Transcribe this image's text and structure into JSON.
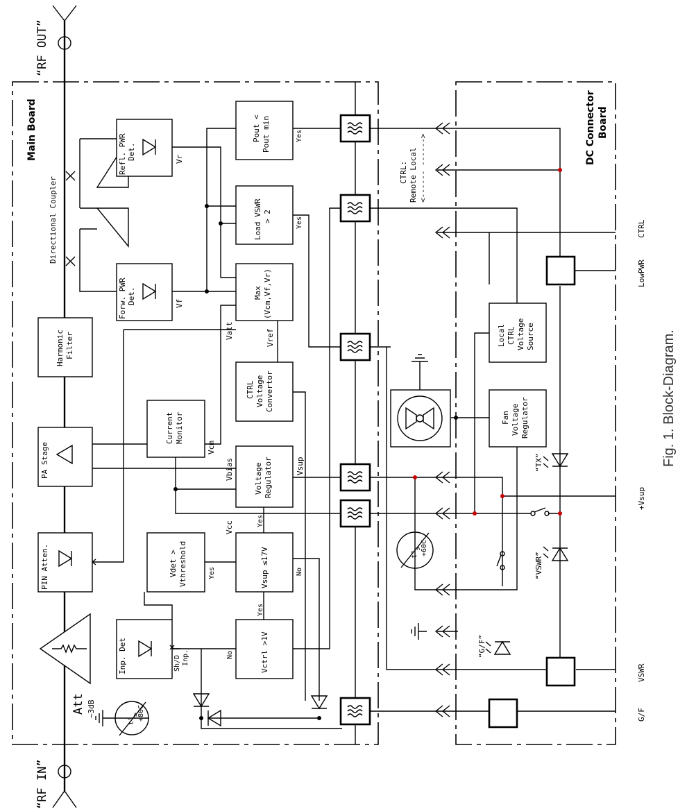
{
  "caption": "Fig. 1. Block-Diagram.",
  "ports": {
    "rf_in": "“RF IN”",
    "rf_out": "“RF OUT”"
  },
  "boards": {
    "main": "Main Board",
    "dc": [
      "DC Connector",
      "Board"
    ]
  },
  "coupler": "Directional Coupler",
  "attenuator": [
    "Att",
    "~3dB"
  ],
  "blocks": {
    "pin_atten": "PIN Atten.",
    "pa_stage": "PA Stage",
    "harmonic_filter": [
      "Harmonic",
      "Filter"
    ],
    "forw_det": [
      "Forw. PWR",
      "Det."
    ],
    "refl_det": [
      "Refl. PWR",
      "Det."
    ],
    "inp_det": "Inp. Det",
    "vdet": [
      "Vdet >",
      "Vthreshold"
    ],
    "current_monitor": [
      "Current",
      "Monitor"
    ],
    "vctrl": "Vctrl >1V",
    "vsup_le": "Vsup ≤17V",
    "voltage_regulator": [
      "Voltage",
      "Regulator"
    ],
    "ctrl_conv": [
      "CTRL",
      "Voltage",
      "Convertor"
    ],
    "max": [
      "Max",
      "(Vcm,Vf,Vr)"
    ],
    "load_vswr": [
      "Load VSWR",
      "> 2"
    ],
    "pout": [
      "Pout <",
      "Pout min"
    ],
    "local_ctrl": [
      "Local",
      "CTRL",
      "Voltage",
      "Source"
    ],
    "fan_reg": [
      "Fan",
      "Voltage",
      "Regulator"
    ]
  },
  "signals": {
    "vf": "Vf",
    "vr": "Vr",
    "vcm": "Vcm",
    "vatt": "Vatt",
    "vref": "Vref",
    "vbias": "Vbias",
    "vcc": "Vcc",
    "vsup": "Vsup",
    "yes": "Yes",
    "no": "No",
    "shd": [
      "Sh/D",
      "Inp."
    ]
  },
  "ctrl_note": [
    "CTRL:",
    "Remote Local",
    "<------   ------>"
  ],
  "thermo": {
    "main": [
      "t°",
      ">",
      "+80C"
    ],
    "dc": [
      "t°",
      ">",
      "+60C"
    ]
  },
  "leds": {
    "tx": "“TX”",
    "vswr": "“VSWR”",
    "gf": "“G/F”"
  },
  "connector_pins": [
    "CTRL",
    "LowPWR",
    "+Vsup",
    "VSWR",
    "G/F"
  ]
}
